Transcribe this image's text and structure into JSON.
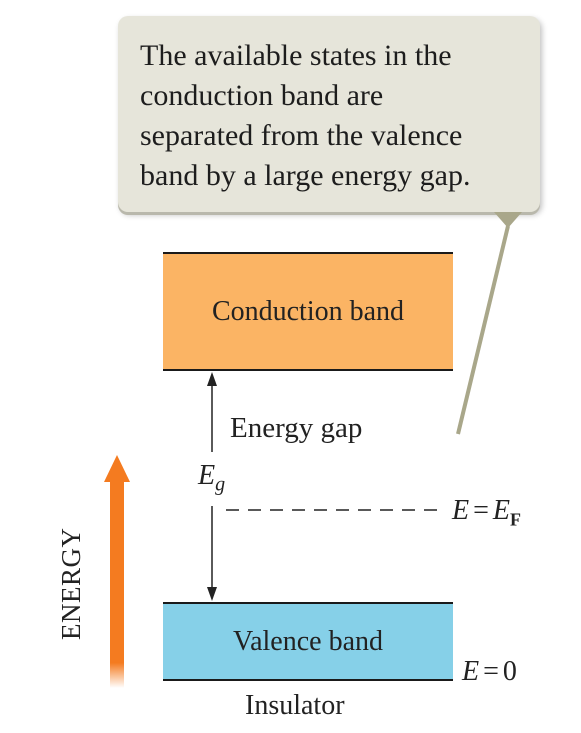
{
  "callout": {
    "lines": [
      "The available states in the",
      "conduction band are",
      "separated from the valence",
      "band by a large energy gap."
    ]
  },
  "bands": {
    "conduction": "Conduction band",
    "valence": "Valence band"
  },
  "labels": {
    "energy_gap": "Energy gap",
    "eg_symbol": "E",
    "eg_subscript": "g",
    "fermi_E": "E",
    "fermi_eq": "=",
    "fermi_symbol": "E",
    "fermi_subscript": "F",
    "zero_E": "E",
    "zero_eq": "=",
    "zero_value": "0",
    "material": "Insulator",
    "axis": "ENERGY"
  },
  "colors": {
    "conduction_band": "#fbb464",
    "valence_band": "#86d0e8",
    "energy_arrow": "#f47b20",
    "callout_bg": "#e6e5da",
    "callout_pointer": "#a9a78a"
  }
}
